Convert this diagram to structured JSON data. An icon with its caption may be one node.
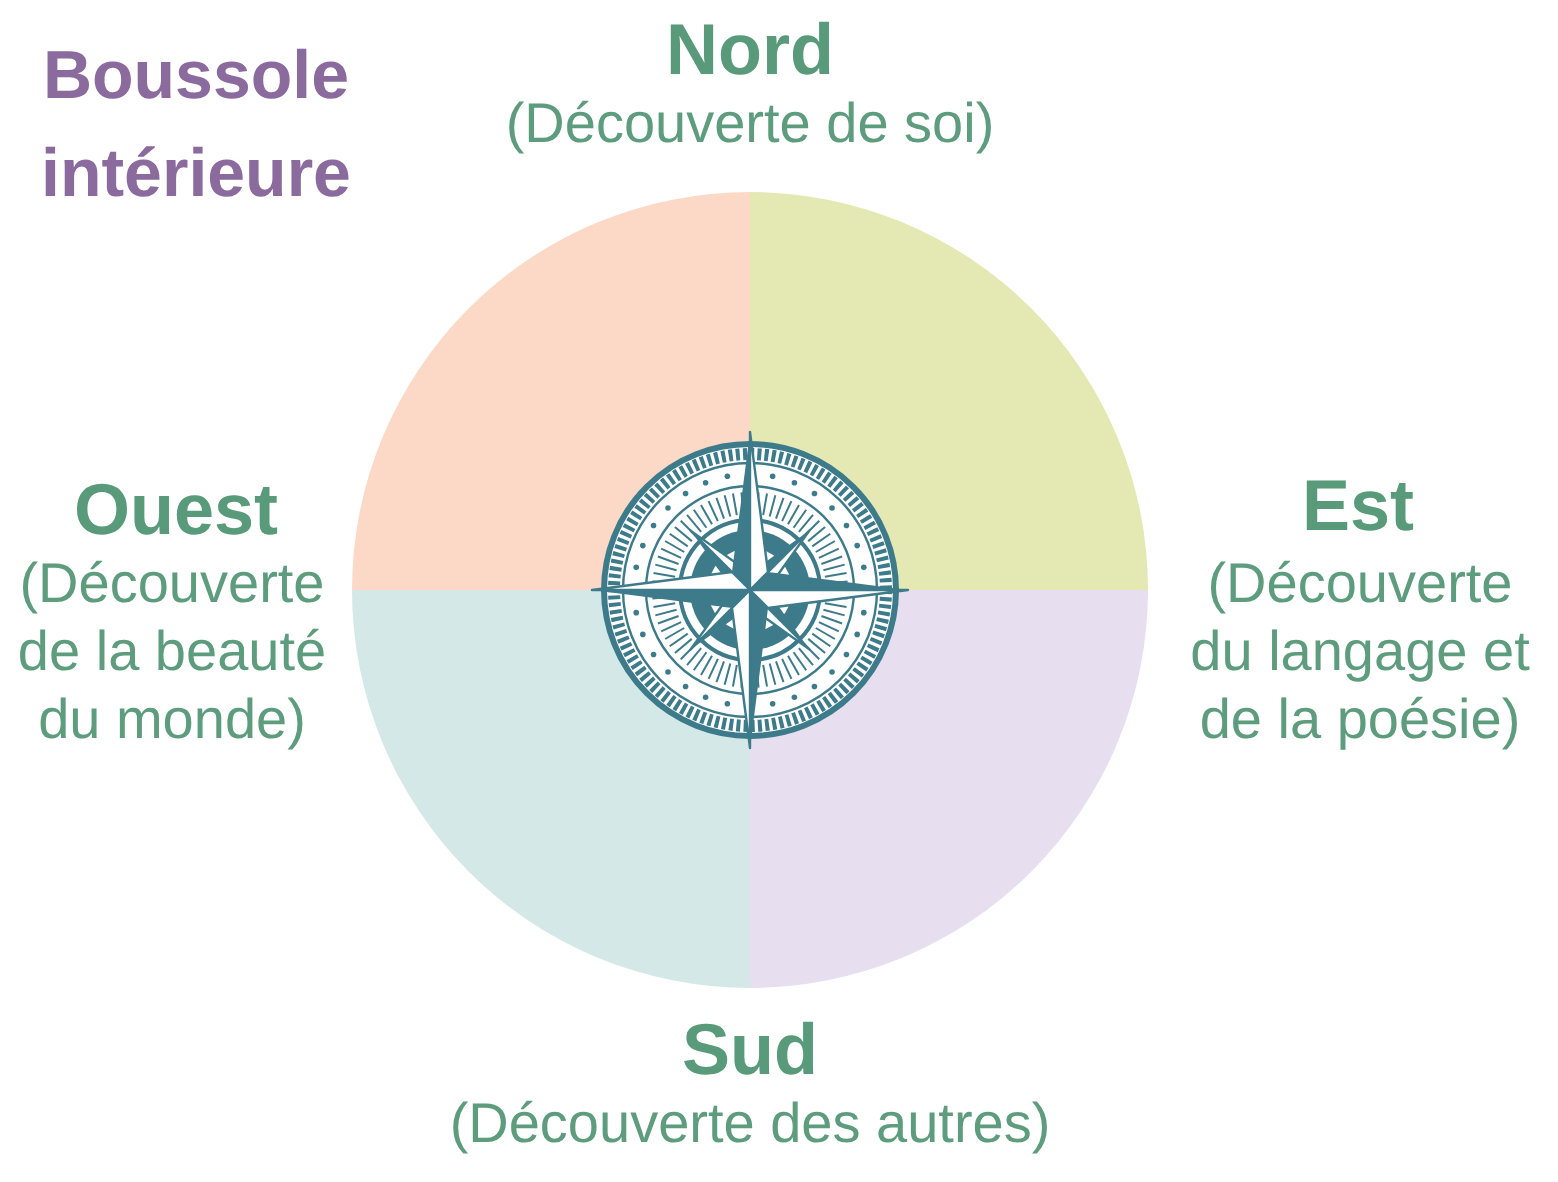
{
  "diagram": {
    "title": "Boussole intérieure",
    "labels": [
      "Nord",
      "(Découverte de soi)",
      "Ouest",
      "(Découverte de la beauté du monde)",
      "Est",
      "(Découverte du langage et de la poésie)",
      "Sud",
      "(Découverte des autres)"
    ]
  }
}
